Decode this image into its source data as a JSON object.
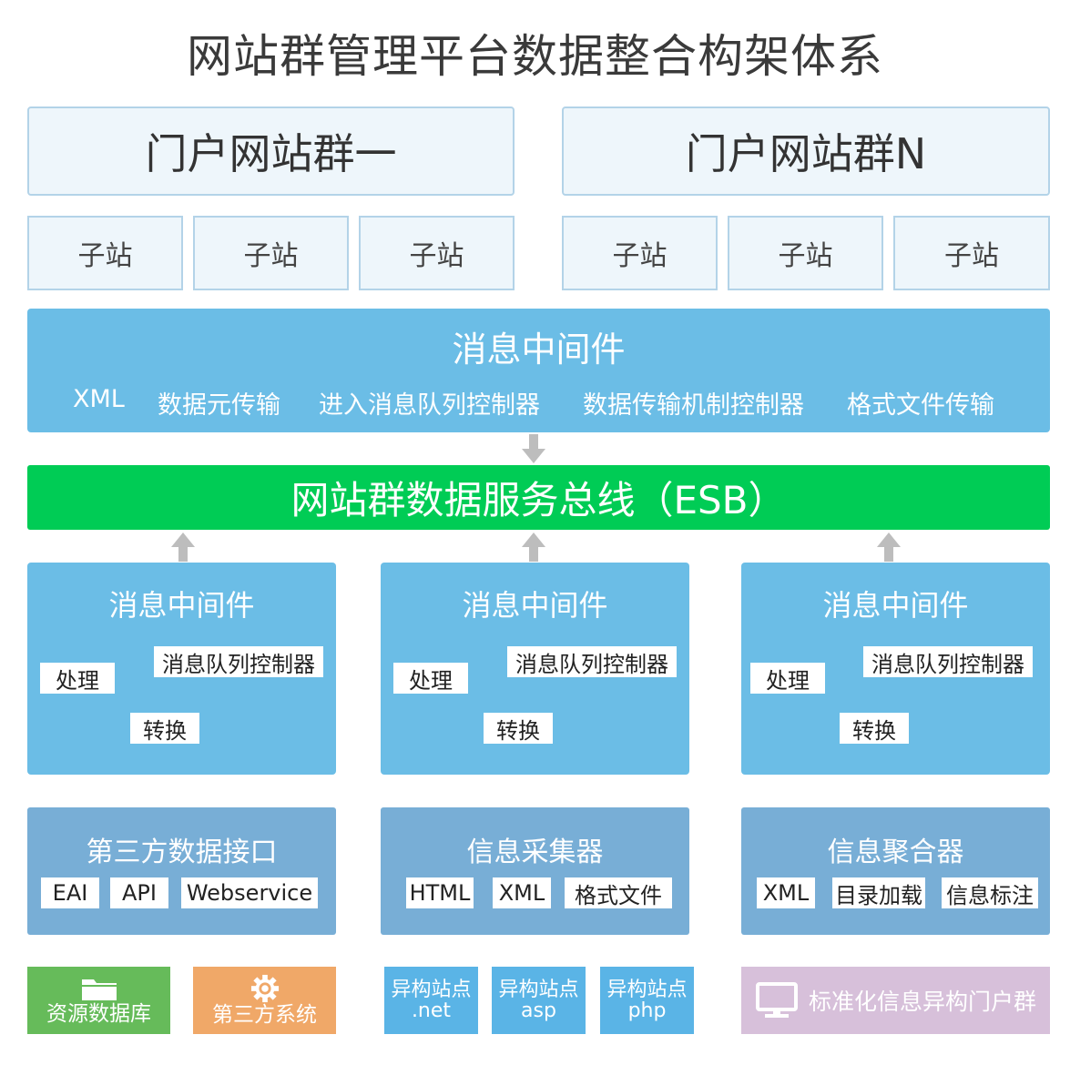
{
  "title": "网站群管理平台数据整合构架体系",
  "portals": [
    {
      "label": "门户网站群一",
      "substations": [
        "子站",
        "子站",
        "子站"
      ]
    },
    {
      "label": "门户网站群N",
      "substations": [
        "子站",
        "子站",
        "子站"
      ]
    }
  ],
  "top_middleware": {
    "title": "消息中间件",
    "items": [
      "XML",
      "数据元传输",
      "进入消息队列控制器",
      "数据传输机制控制器",
      "格式文件传输"
    ]
  },
  "esb": {
    "label": "网站群数据服务总线（ESB）"
  },
  "middlewares": [
    {
      "title": "消息中间件",
      "process": "处理",
      "queue": "消息队列控制器",
      "convert": "转换"
    },
    {
      "title": "消息中间件",
      "process": "处理",
      "queue": "消息队列控制器",
      "convert": "转换"
    },
    {
      "title": "消息中间件",
      "process": "处理",
      "queue": "消息队列控制器",
      "convert": "转换"
    }
  ],
  "sources": [
    {
      "title": "第三方数据接口",
      "tags": [
        "EAI",
        "API",
        "Webservice"
      ]
    },
    {
      "title": "信息采集器",
      "tags": [
        "HTML",
        "XML",
        "格式文件"
      ]
    },
    {
      "title": "信息聚合器",
      "tags": [
        "XML",
        "目录加载",
        "信息标注"
      ]
    }
  ],
  "bottom": {
    "db": {
      "label": "资源数据库",
      "icon": "folder-icon",
      "color": "#66bb5a"
    },
    "third": {
      "label": "第三方系统",
      "icon": "gear-icon",
      "color": "#f0a868"
    },
    "sites": [
      {
        "line1": "异构站点",
        "line2": ".net"
      },
      {
        "line1": "异构站点",
        "line2": "asp"
      },
      {
        "line1": "异构站点",
        "line2": "php"
      }
    ],
    "portal_group": {
      "label": "标准化信息异构门户群",
      "icon": "monitor-icon",
      "color": "#d7c0da"
    }
  },
  "colors": {
    "light_blue": "#6bbde6",
    "esb_green": "#00cc55",
    "source_blue": "#78aed6",
    "site_blue": "#5ab4e6",
    "arrow_gray": "#bdbdbd"
  }
}
